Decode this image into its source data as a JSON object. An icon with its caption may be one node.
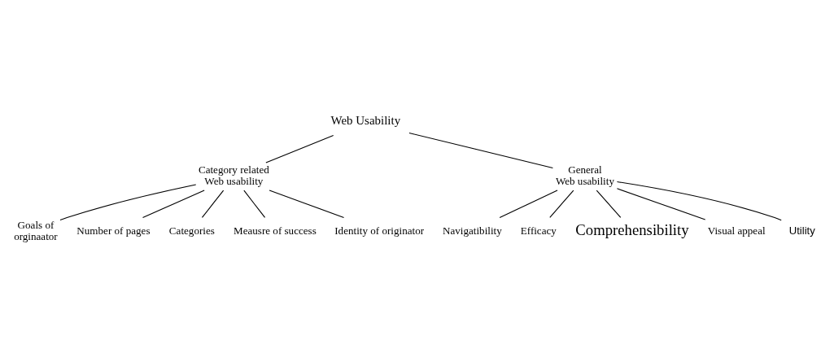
{
  "diagram": {
    "nodes": [
      {
        "text": [
          "Web Usability"
        ]
      },
      {
        "text": [
          "Category related Web usability"
        ]
      },
      {
        "text": [
          "General Web usability"
        ]
      },
      {
        "text": [
          "Goals of orginaator"
        ]
      },
      {
        "text": [
          "Number of pages"
        ]
      },
      {
        "text": [
          "Categories"
        ]
      },
      {
        "text": [
          "Meausre of success"
        ]
      },
      {
        "text": [
          "Identity of originator"
        ]
      },
      {
        "text": [
          "Navigatibility"
        ]
      },
      {
        "text": [
          "Efficacy"
        ]
      },
      {
        "text": [
          "Comprehensibility"
        ]
      },
      {
        "text": [
          "Visual appeal"
        ]
      },
      {
        "text": [
          "Utility"
        ]
      }
    ],
    "edges": [
      {
        "from": 0,
        "to": 1,
        "arrow": "none"
      },
      {
        "from": 0,
        "to": 2,
        "arrow": "none"
      },
      {
        "from": 1,
        "to": 3,
        "arrow": "none"
      },
      {
        "from": 1,
        "to": 4,
        "arrow": "none"
      },
      {
        "from": 1,
        "to": 5,
        "arrow": "none"
      },
      {
        "from": 1,
        "to": 6,
        "arrow": "none"
      },
      {
        "from": 1,
        "to": 7,
        "arrow": "none"
      },
      {
        "from": 2,
        "to": 8,
        "arrow": "none"
      },
      {
        "from": 2,
        "to": 9,
        "arrow": "none"
      },
      {
        "from": 2,
        "to": 10,
        "arrow": "none"
      },
      {
        "from": 2,
        "to": 11,
        "arrow": "none"
      },
      {
        "from": 2,
        "to": 12,
        "arrow": "none"
      }
    ]
  }
}
